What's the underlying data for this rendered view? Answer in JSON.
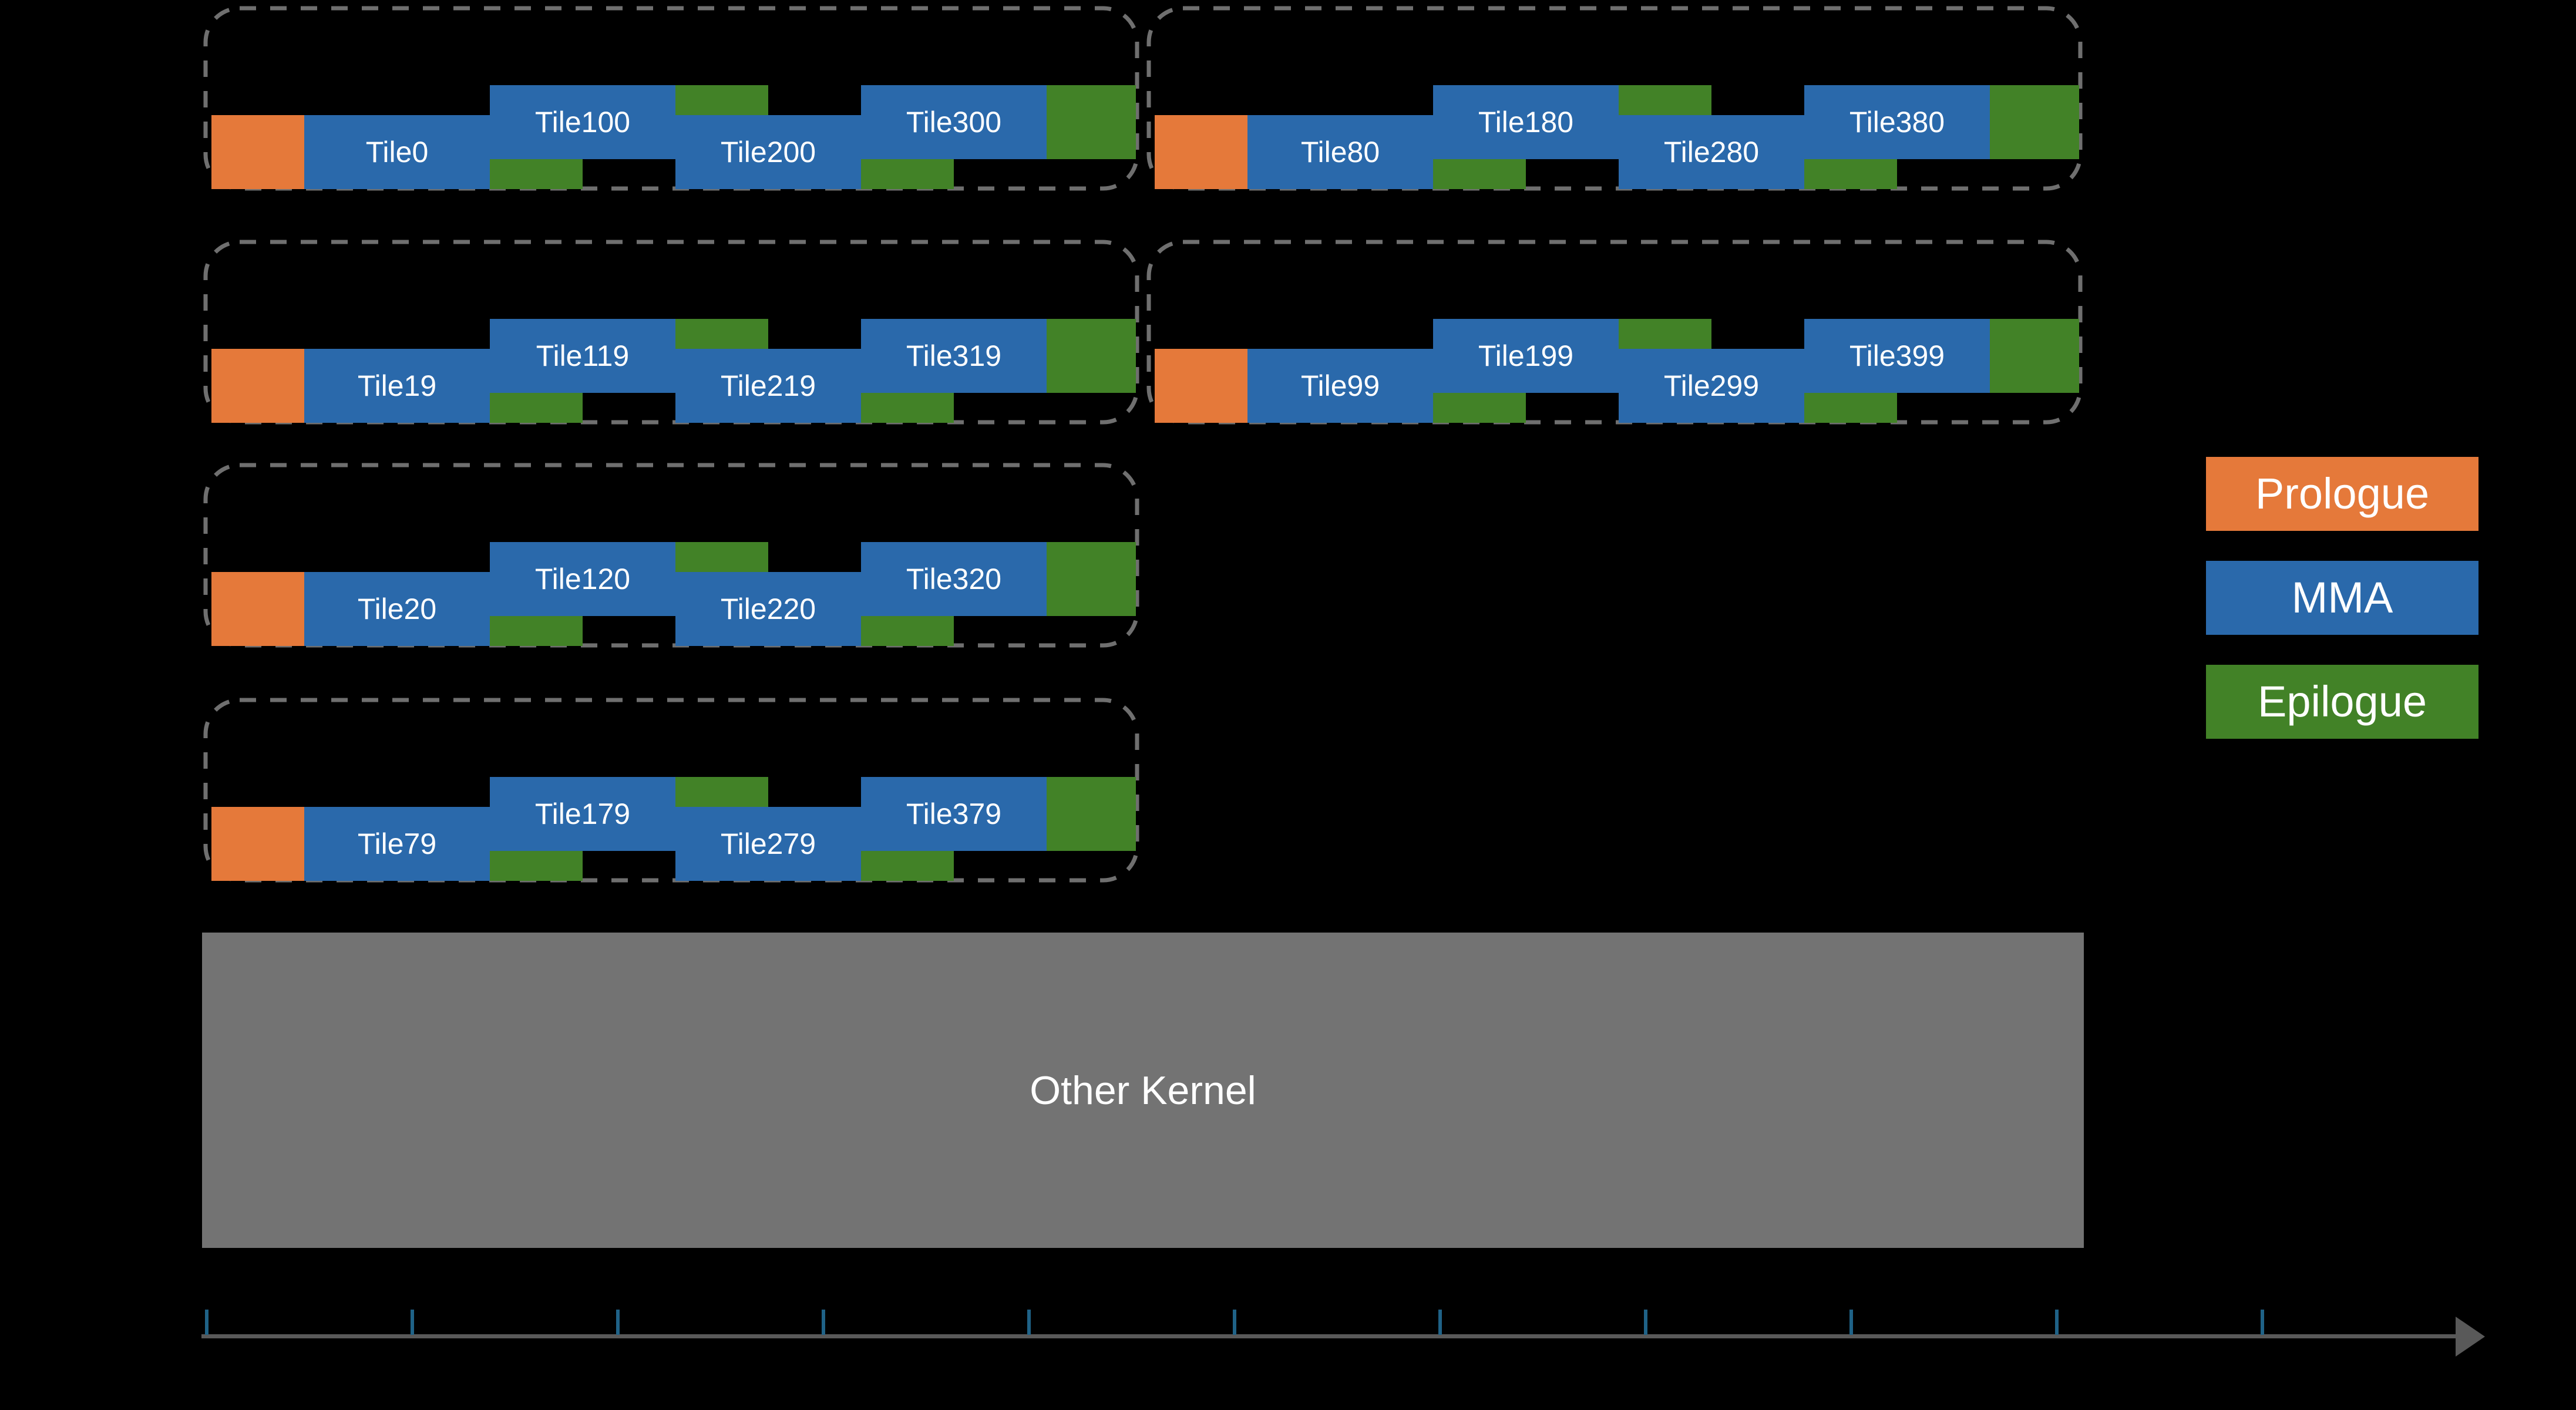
{
  "colors": {
    "background": "#000000",
    "prologue": "#E5793A",
    "mma": "#2A69AB",
    "epilogue": "#428227",
    "other_kernel": "#737373",
    "axis_line": "#595959",
    "tick": "#1F6287",
    "border_dash": "#6F6F6F",
    "label_text": "#FFFFFF"
  },
  "waves": [
    {
      "tiles": [
        "Tile0",
        "Tile100",
        "Tile200",
        "Tile300"
      ]
    },
    {
      "tiles": [
        "Tile80",
        "Tile180",
        "Tile280",
        "Tile380"
      ]
    },
    {
      "tiles": [
        "Tile19",
        "Tile119",
        "Tile219",
        "Tile319"
      ]
    },
    {
      "tiles": [
        "Tile99",
        "Tile199",
        "Tile299",
        "Tile399"
      ]
    },
    {
      "tiles": [
        "Tile20",
        "Tile120",
        "Tile220",
        "Tile320"
      ]
    },
    {
      "tiles": [
        "Tile79",
        "Tile179",
        "Tile279",
        "Tile379"
      ]
    }
  ],
  "other_kernel": {
    "label": "Other Kernel"
  },
  "legend": [
    {
      "label": "Prologue"
    },
    {
      "label": "MMA"
    },
    {
      "label": "Epilogue"
    }
  ],
  "timeline": {
    "tick_count": 11
  }
}
